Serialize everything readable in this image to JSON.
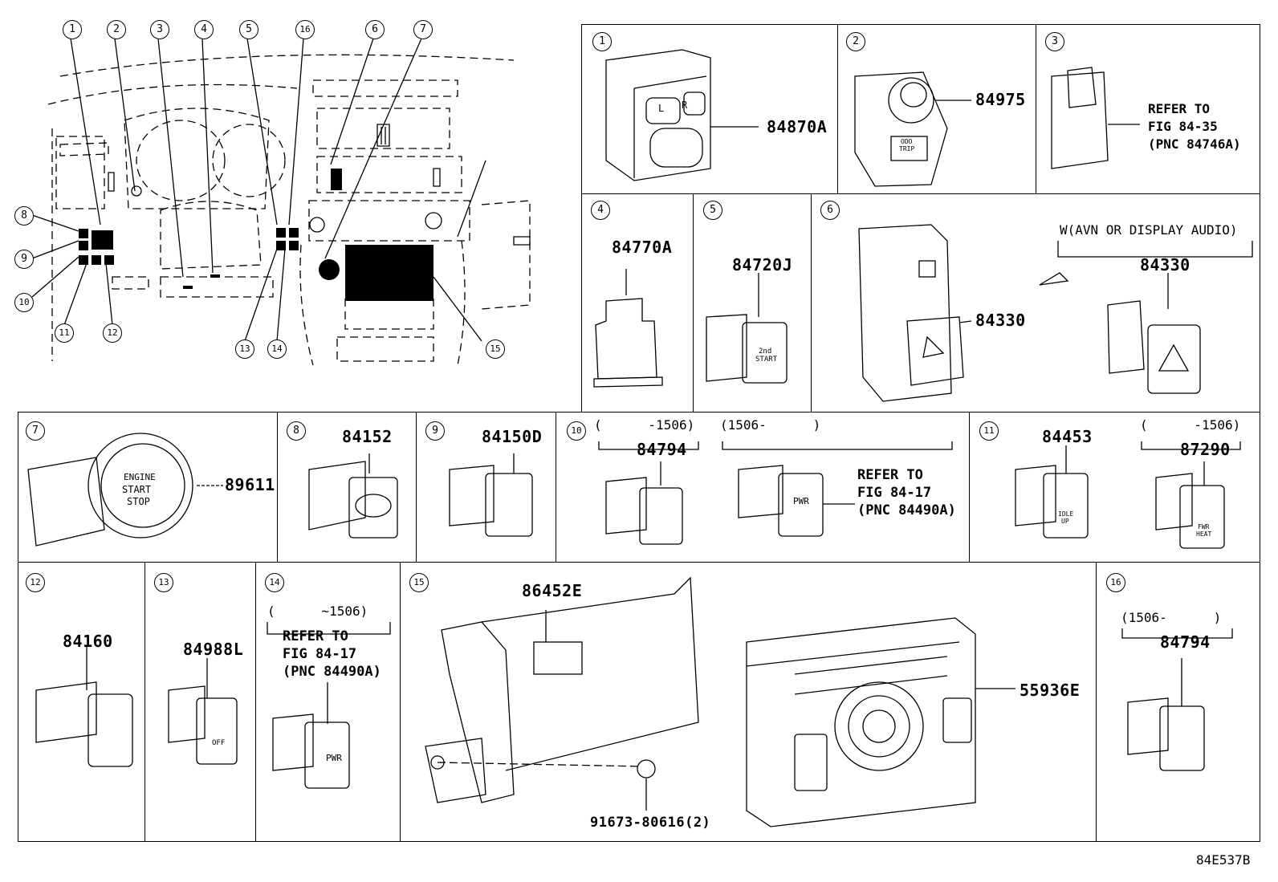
{
  "figure_id": "84E537B",
  "overview": {
    "callouts": [
      "1",
      "2",
      "3",
      "4",
      "5",
      "16",
      "6",
      "7",
      "8",
      "9",
      "10",
      "11",
      "12",
      "13",
      "14",
      "15"
    ]
  },
  "cells": [
    {
      "num": "1",
      "parts": [
        "84870A"
      ]
    },
    {
      "num": "2",
      "parts": [
        "84975"
      ]
    },
    {
      "num": "3",
      "refer": [
        "REFER TO",
        "FIG 84-35",
        "(PNC 84746A)"
      ]
    },
    {
      "num": "4",
      "parts": [
        "84770A"
      ]
    },
    {
      "num": "5",
      "parts": [
        "84720J"
      ]
    },
    {
      "num": "6",
      "parts": [
        "84330",
        "84330"
      ],
      "note": "W(AVN OR DISPLAY AUDIO)"
    },
    {
      "num": "7",
      "parts": [
        "89611"
      ]
    },
    {
      "num": "8",
      "parts": [
        "84152"
      ]
    },
    {
      "num": "9",
      "parts": [
        "84150D"
      ]
    },
    {
      "num": "10",
      "parts": [
        "84794"
      ],
      "date_a": "(      -1506)",
      "date_b": "(1506-      )",
      "refer": [
        "REFER TO",
        "FIG 84-17",
        "(PNC 84490A)"
      ]
    },
    {
      "num": "11",
      "parts": [
        "84453",
        "87290"
      ],
      "date_a": "(      -1506)"
    },
    {
      "num": "12",
      "parts": [
        "84160"
      ]
    },
    {
      "num": "13",
      "parts": [
        "84988L"
      ]
    },
    {
      "num": "14",
      "date_a": "(      ~1506)",
      "refer": [
        "REFER TO",
        "FIG 84-17",
        "(PNC 84490A)"
      ]
    },
    {
      "num": "15",
      "parts": [
        "86452E",
        "55936E",
        "91673-80616(2)"
      ]
    },
    {
      "num": "16",
      "parts": [
        "84794"
      ],
      "date_a": "(1506-      )"
    }
  ],
  "switch_legends": {
    "mirror": [
      "L",
      "R"
    ],
    "odo": [
      "ODO",
      "TRIP"
    ],
    "start2": [
      "2nd",
      "START"
    ],
    "engine": [
      "ENGINE",
      "START",
      "STOP"
    ],
    "idle": [
      "IDLE",
      "UP"
    ],
    "fwheat": [
      "FWR",
      "HEAT"
    ],
    "pwr": "PWR",
    "off": "OFF"
  }
}
